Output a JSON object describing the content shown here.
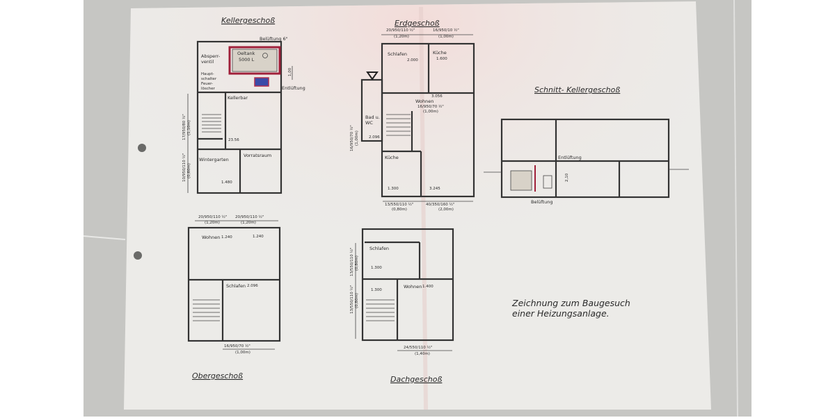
{
  "colors": {
    "background": "#c6c6c3",
    "paper": "#ecebe8",
    "ink": "#2a2a2a",
    "oil_tank_wall": "#a0203a",
    "boiler": "#3a4aa8"
  },
  "kellergeschoss": {
    "title": "Kellergeschoß",
    "belueftung": "Belüftung 6\"",
    "oeltank": "Oeltank",
    "oeltank_volume": "5000 L",
    "absperrventil": [
      "Absperr-",
      "ventil"
    ],
    "hauptschalter": [
      "Haupt-",
      "schalter",
      "Feuer-",
      "löscher"
    ],
    "entlueftung": "Entlüftung",
    "dim_height": "1,00",
    "kellerbar": "Kellerbar",
    "area_kellerbar": "23.56",
    "wintergarten": "Wintergarten",
    "vorratsraum": "Vorratsraum",
    "dim_left_1": "17/950/80 ½\"",
    "dim_left_1m": "(1,10m)",
    "dim_left_2": "10/950/110 ½\"",
    "dim_left_2m": "(0,60m)",
    "area_wintergarten": "1.480"
  },
  "erdgeschoss": {
    "title": "Erdgeschoß",
    "dim_top_1": "20/950/110 ½\"",
    "dim_top_1m": "(1,20m)",
    "dim_top_2": "16/950/10 ½\"",
    "dim_top_2m": "(1,00m)",
    "schlafen": "Schlafen",
    "area_schlafen": "2.000",
    "kueche_top": "Küche",
    "area_kueche_top": "1.600",
    "wohnen": "Wohnen",
    "wohnen_dim": "16/950/70 ½\"",
    "wohnen_dimm": "(1,00m)",
    "area_wohnen": "3.056",
    "bad": [
      "Bad u.",
      "WC"
    ],
    "area_bad": "2.096",
    "dim_left": "16/950/70 ½\"",
    "dim_leftm": "(1,00m)",
    "kueche": "Küche",
    "area_kueche": "1.300",
    "area_right": "3.245",
    "dim_bottom_1": "13/550/110 ½\"",
    "dim_bottom_1m": "(0,80m)",
    "dim_bottom_2": "40/350/160 ½\"",
    "dim_bottom_2m": "(2,00m)"
  },
  "schnitt": {
    "title": "Schnitt- Kellergeschoß",
    "entlueftung": "Entlüftung",
    "belueftung": "Belüftung",
    "height": "2,10"
  },
  "obergeschoss": {
    "title": "Obergeschoß",
    "dim_top_1": "20/950/110 ½\"",
    "dim_top_1m": "(1,20m)",
    "dim_top_2": "20/950/110 ½\"",
    "dim_top_2m": "(1,20m)",
    "wohnen": "Wohnen",
    "area_1": "1.240",
    "area_2": "1.240",
    "schlafen": "Schlafen",
    "area_schlafen": "2.096",
    "dim_bottom": "16/950/70 ½\"",
    "dim_bottomm": "(1,00m)"
  },
  "dachgeschoss": {
    "title": "Dachgeschoß",
    "schlafen": "Schlafen",
    "area_schlafen": "1.300",
    "wohnen": "Wohnen",
    "area_wohnen": "1.400",
    "area_left": "1.300",
    "dim_left_1": "13/550/110 ½\"",
    "dim_left_1m": "(0,80m)",
    "dim_left_2": "13/550/110 ½\"",
    "dim_left_2m": "(0,80m)",
    "dim_bottom": "24/550/110 ½\"",
    "dim_bottomm": "(1,40m)"
  },
  "caption": [
    "Zeichnung zum Baugesuch",
    "einer Heizungsanlage."
  ]
}
